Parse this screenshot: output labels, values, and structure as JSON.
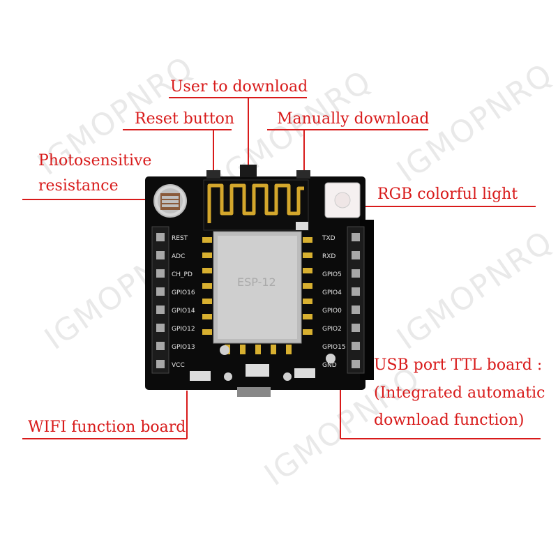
{
  "callouts": {
    "user_to_download": "User to download",
    "reset_button": "Reset button",
    "manually_download": "Manually download",
    "photosensitive_line1": "Photosensitive",
    "photosensitive_line2": "resistance",
    "rgb_light": "RGB colorful light",
    "usb_ttl_line1": "USB port TTL board :",
    "usb_ttl_line2": "(Integrated automatic",
    "usb_ttl_line3": "download function)",
    "wifi_board": "WIFI function board"
  },
  "board": {
    "left_pins": [
      "REST",
      "ADC",
      "CH_PD",
      "GPIO16",
      "GPIO14",
      "GPIO12",
      "GPIO13",
      "VCC"
    ],
    "right_pins": [
      "TXD",
      "RXD",
      "GPIO5",
      "GPIO4",
      "GPIO0",
      "GPIO2",
      "GPIO15",
      "GND"
    ]
  },
  "watermark": "IGMOPNRQ",
  "colors": {
    "callout": "#d81a1a",
    "board": "#0b0b0b",
    "silk": "#e6e6e6"
  }
}
